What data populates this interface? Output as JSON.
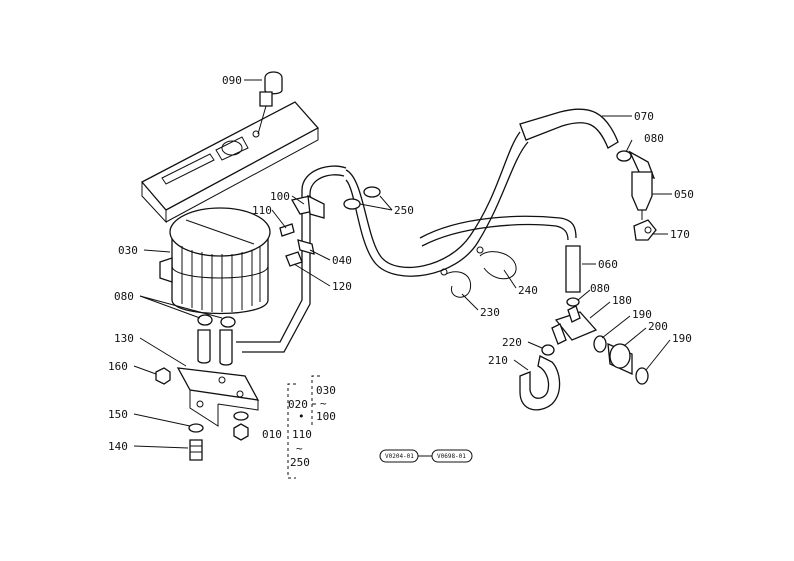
{
  "callouts": {
    "c090": "090",
    "c070": "070",
    "c080a": "080",
    "c050": "050",
    "c170": "170",
    "c100": "100",
    "c110": "110",
    "c250": "250",
    "c030": "030",
    "c040": "040",
    "c120": "120",
    "c080b": "080",
    "c130": "130",
    "c160": "160",
    "c150": "150",
    "c140": "140",
    "c060": "060",
    "c240": "240",
    "c230": "230",
    "c080c": "080",
    "c180": "180",
    "c190a": "190",
    "c200": "200",
    "c190b": "190",
    "c220": "220",
    "c210": "210"
  },
  "ranges": {
    "r030": "030",
    "r_tilde1": "~",
    "r100": "100",
    "r020": "020",
    "r_dot": "•",
    "r010": "010",
    "r110": "110",
    "r_tilde2": "~",
    "r250": "250"
  },
  "serial": {
    "start": "V0204-01",
    "end": "V0698-01"
  }
}
